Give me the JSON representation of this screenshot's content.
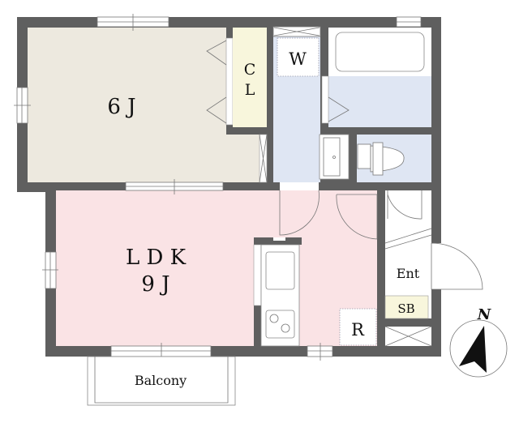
{
  "rooms": {
    "bedroom": {
      "label": "6 J"
    },
    "closet": {
      "label_line1": "C",
      "label_line2": "L"
    },
    "washer": {
      "label": "W"
    },
    "ldk": {
      "label_line1": "L D K",
      "label_line2": "9 J"
    },
    "refrigerator": {
      "label": "R"
    },
    "entrance": {
      "label": "Ent"
    },
    "shoe_box": {
      "label": "SB"
    },
    "balcony": {
      "label": "Balcony"
    }
  },
  "compass": {
    "label": "N"
  },
  "colors": {
    "wall": "#5f5f5f",
    "bedroom": "#ede9df",
    "closet": "#f8f6dc",
    "wet_area": "#dfe6f3",
    "ldk": "#fae3e5",
    "shoe_box": "#f8f6dc"
  }
}
